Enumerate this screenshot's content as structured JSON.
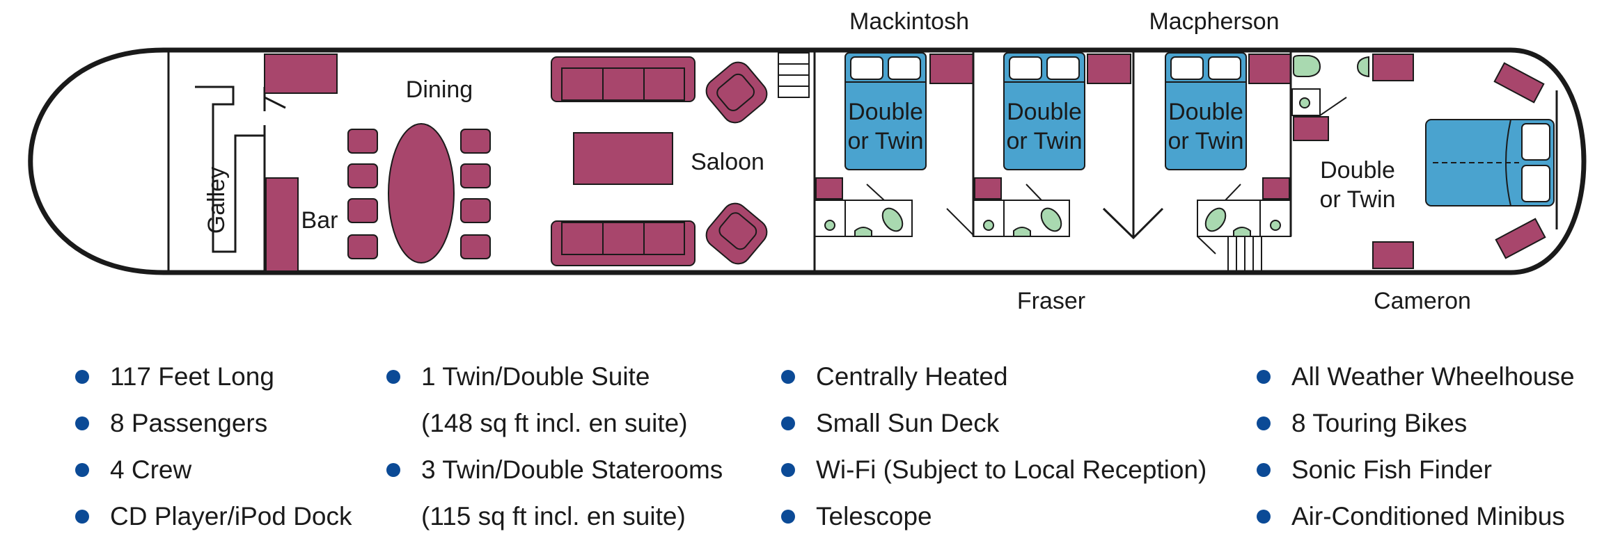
{
  "colors": {
    "furniture": "#a8466c",
    "bed": "#4aa3cf",
    "fixture": "#a9d9b0",
    "hull": "#1a1a1a",
    "bullet": "#0b4a96"
  },
  "rooms": {
    "galley": "Galley",
    "bar": "Bar",
    "dining": "Dining",
    "saloon": "Saloon"
  },
  "cabins": {
    "mackintosh": {
      "name": "Mackintosh",
      "bed_line1": "Double",
      "bed_line2": "or Twin"
    },
    "fraser": {
      "name": "Fraser",
      "bed_line1": "Double",
      "bed_line2": "or Twin"
    },
    "macpherson": {
      "name": "Macpherson",
      "bed_line1": "Double",
      "bed_line2": "or Twin"
    },
    "cameron": {
      "name": "Cameron",
      "bed_line1": "Double",
      "bed_line2": "or Twin"
    }
  },
  "features": {
    "col1": [
      "117 Feet Long",
      "8 Passengers",
      "4 Crew",
      "CD Player/iPod Dock"
    ],
    "col2": [
      "1 Twin/Double Suite",
      "(148 sq ft incl. en suite)",
      "3 Twin/Double Staterooms",
      "(115 sq ft incl. en suite)"
    ],
    "col3": [
      "Centrally Heated",
      "Small Sun Deck",
      "Wi-Fi (Subject to Local Reception)",
      "Telescope"
    ],
    "col4": [
      "All Weather Wheelhouse",
      "8 Touring Bikes",
      "Sonic Fish Finder",
      "Air-Conditioned Minibus"
    ]
  }
}
